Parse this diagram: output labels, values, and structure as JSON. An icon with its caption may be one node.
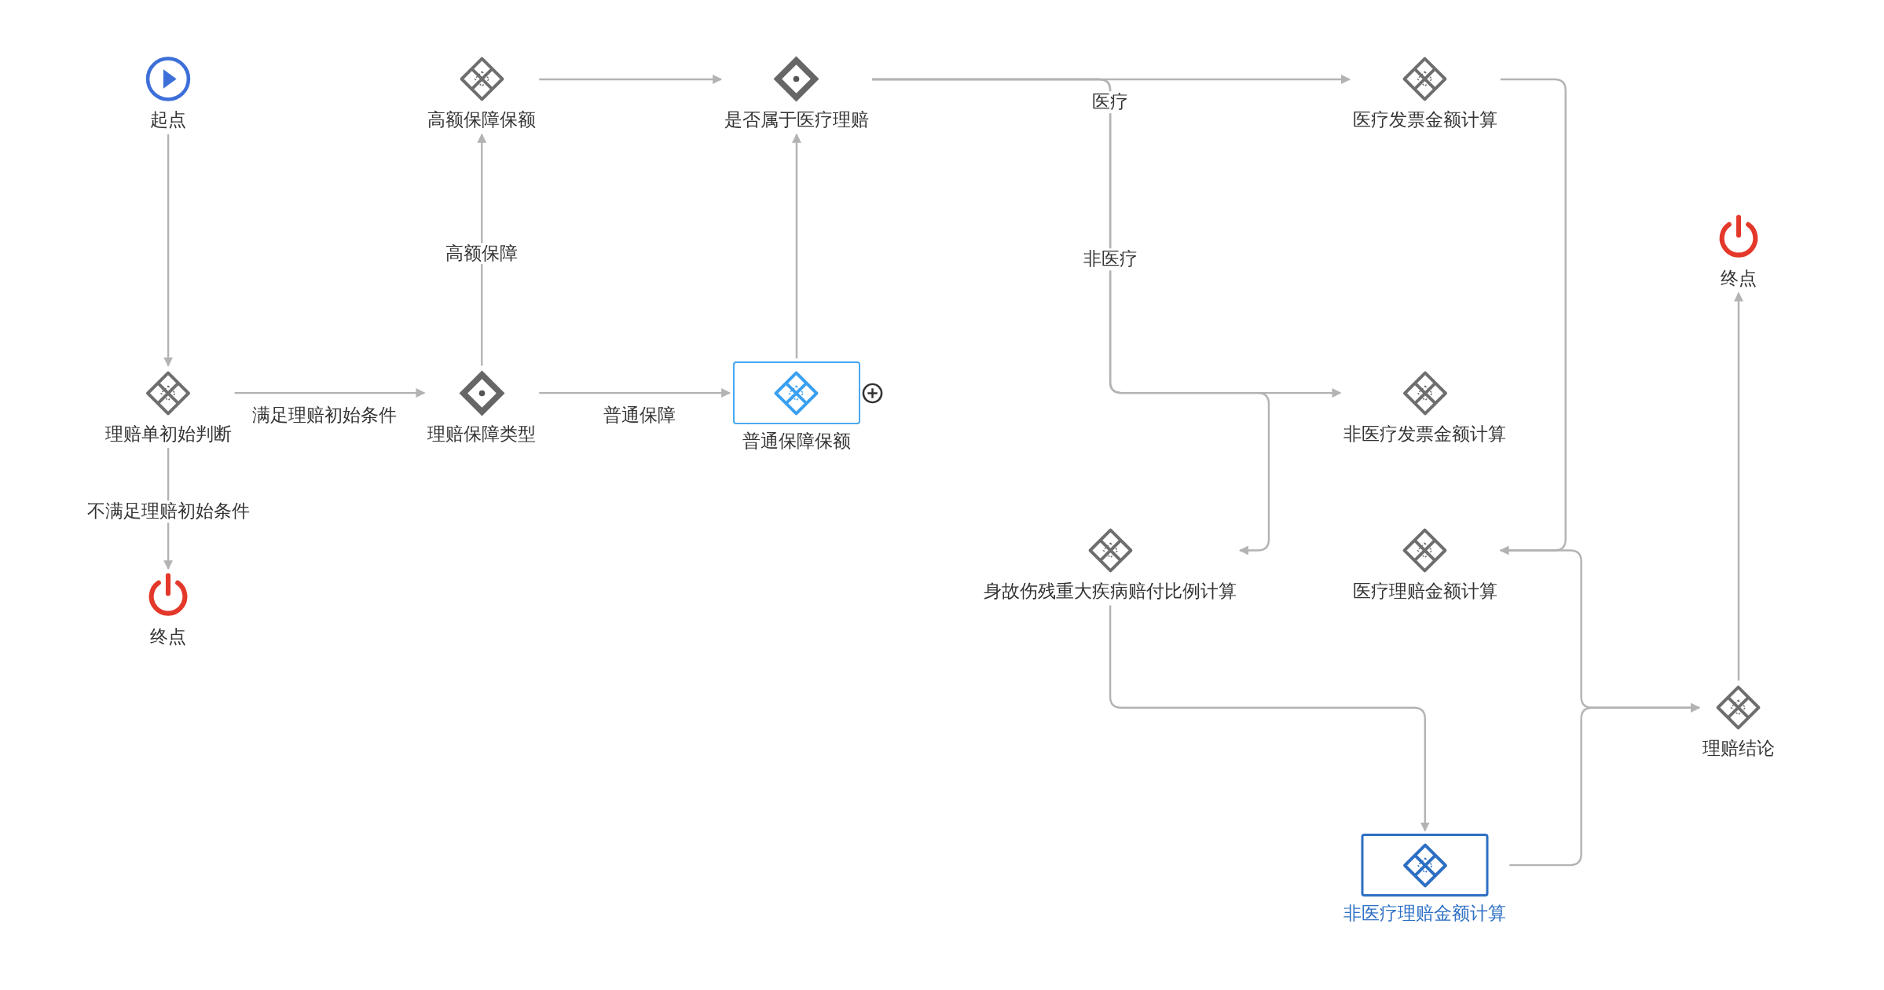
{
  "diagram": {
    "nodes": [
      {
        "text": [
          "起点"
        ]
      },
      {
        "text": [
          "高额保障保额"
        ]
      },
      {
        "text": [
          "是否属于医疗理赔"
        ]
      },
      {
        "text": [
          "医疗发票金额计算"
        ]
      },
      {
        "text": [
          "终点"
        ]
      },
      {
        "text": [
          "理赔单初始判断"
        ]
      },
      {
        "text": [
          "理赔保障类型"
        ]
      },
      {
        "text": [
          "普通保障保额"
        ]
      },
      {
        "text": [
          "非医疗发票金额计算"
        ]
      },
      {
        "text": [
          "身故伤残重大疾病赔付比例计算"
        ]
      },
      {
        "text": [
          "医疗理赔金额计算"
        ]
      },
      {
        "text": [
          "终点"
        ]
      },
      {
        "text": [
          "理赔结论"
        ]
      },
      {
        "text": [
          "非医疗理赔金额计算"
        ]
      }
    ],
    "edges": [
      {
        "from": 0,
        "to": 5,
        "arrow": "to"
      },
      {
        "from": 5,
        "to": 6,
        "arrow": "to",
        "label": "满足理赔初始条件"
      },
      {
        "from": 5,
        "to": 11,
        "arrow": "to",
        "label": "不满足理赔初始条件"
      },
      {
        "from": 6,
        "to": 1,
        "arrow": "to",
        "label": "高额保障"
      },
      {
        "from": 6,
        "to": 7,
        "arrow": "to",
        "label": "普通保障"
      },
      {
        "from": 1,
        "to": 2,
        "arrow": "to"
      },
      {
        "from": 7,
        "to": 2,
        "arrow": "to"
      },
      {
        "from": 2,
        "to": 3,
        "arrow": "to",
        "label": "医疗"
      },
      {
        "from": 2,
        "to": 8,
        "arrow": "to",
        "label": "非医疗"
      },
      {
        "from": 2,
        "to": 9,
        "arrow": "to"
      },
      {
        "from": 3,
        "to": 10,
        "arrow": "to"
      },
      {
        "from": 10,
        "to": 12,
        "arrow": "to"
      },
      {
        "from": 13,
        "to": 12,
        "arrow": "to"
      },
      {
        "from": 9,
        "to": 13,
        "arrow": "to"
      },
      {
        "from": 12,
        "to": 4,
        "arrow": "to"
      }
    ]
  }
}
